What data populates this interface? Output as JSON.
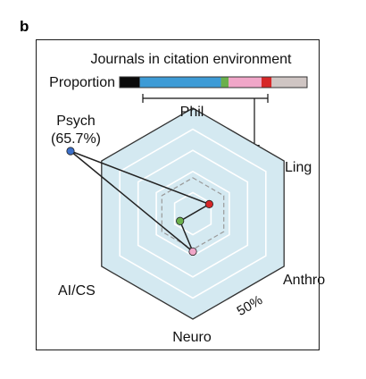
{
  "figure": {
    "panel_label": "b"
  },
  "chart_data": {
    "type": "radar",
    "title": "Journals in citation environment",
    "proportion_label": "Proportion",
    "scale_label": "50%",
    "axes": [
      "Phil",
      "Ling",
      "Anthro",
      "Neuro",
      "AI/CS",
      "Psych"
    ],
    "outlier": {
      "axis": "Psych",
      "label": "(65.7%)",
      "value": 65.7
    },
    "proportion_segments": [
      {
        "value": 8,
        "color": "#0a0a0a"
      },
      {
        "value": 32,
        "color": "#3d9bd6"
      },
      {
        "value": 3,
        "color": "#6ab04c"
      },
      {
        "value": 13,
        "color": "#f0a6c8"
      },
      {
        "value": 4,
        "color": "#d62728"
      },
      {
        "value": 14,
        "color": "#cfc5c3"
      }
    ],
    "points": [
      {
        "axis": "Psych",
        "value": 65.7,
        "color": "#3b6fc9"
      },
      {
        "axis": "Ling",
        "value": 9,
        "color": "#d62728"
      },
      {
        "axis": "AI/CS",
        "value": 7,
        "color": "#6ab04c"
      },
      {
        "axis": "Neuro",
        "value": 18,
        "color": "#f0a6c8"
      }
    ],
    "rmax": 50,
    "rings": [
      10,
      20,
      30,
      40,
      50
    ],
    "dashed_ring": 17,
    "colors": {
      "fill": "#d4e9f1",
      "grid": "#ffffff",
      "outline": "#333333",
      "dashed": "#999999"
    }
  }
}
